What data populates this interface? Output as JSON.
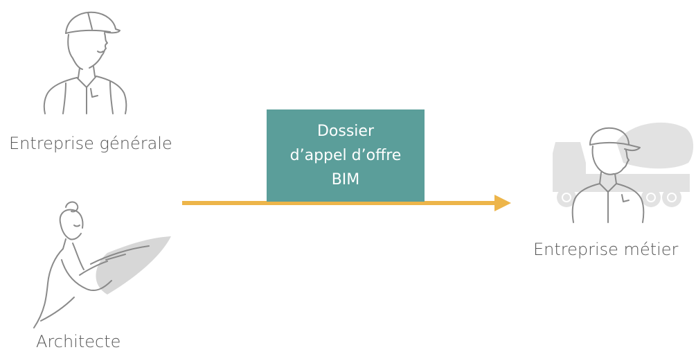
{
  "actors": {
    "general_contractor": {
      "label": "Entreprise générale"
    },
    "architect": {
      "label": "Architecte"
    },
    "trade_contractor": {
      "label": "Entreprise métier"
    }
  },
  "document": {
    "line1": "Dossier",
    "line2": "d’appel d’offre",
    "line3": "BIM"
  },
  "colors": {
    "arrow": "#edb54a",
    "box": "#5b9e9a",
    "sketch": "#888888",
    "label": "#555555"
  },
  "icons": {
    "general_contractor": "worker-with-hardhat-icon",
    "architect": "architect-with-drawing-board-icon",
    "trade_contractor": "worker-with-concrete-truck-icon"
  }
}
